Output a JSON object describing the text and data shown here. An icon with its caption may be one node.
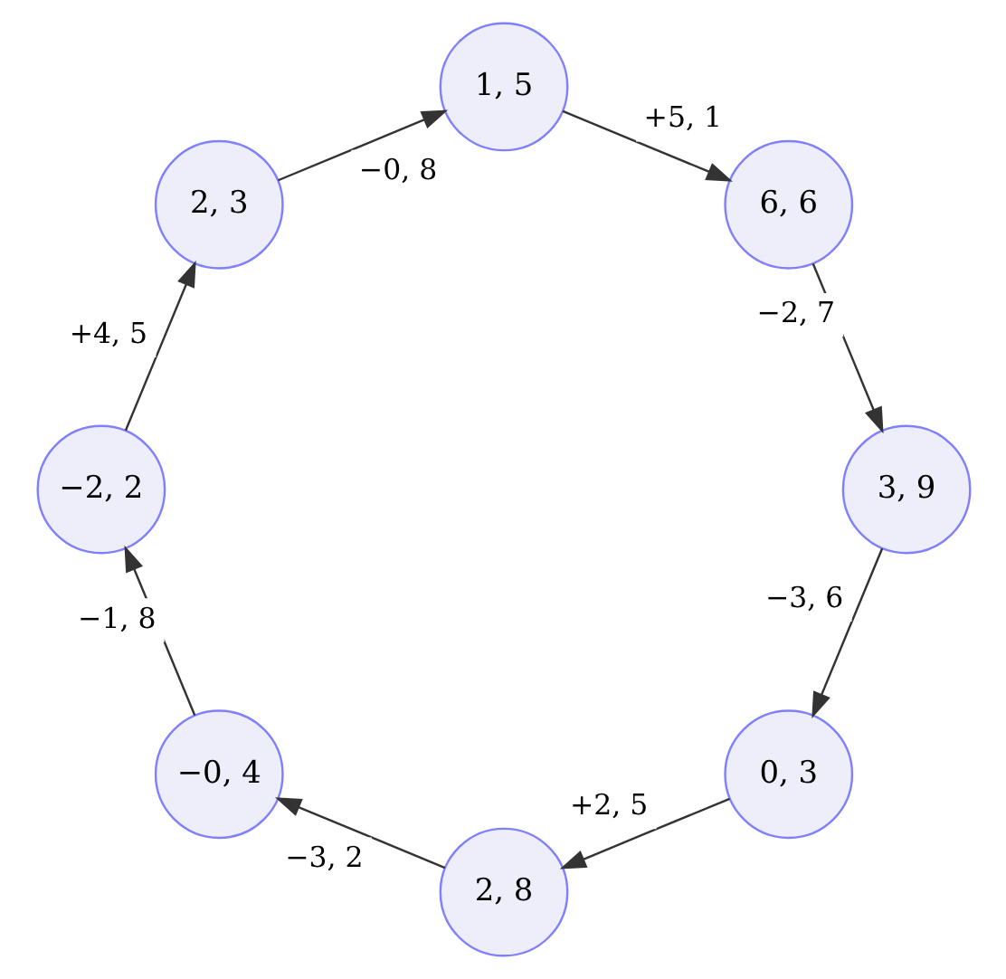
{
  "diagram": {
    "nodes": [
      {
        "text": [
          "0, 3"
        ]
      },
      {
        "text": [
          "3, 9"
        ]
      },
      {
        "text": [
          "2, 8"
        ]
      },
      {
        "text": [
          "6, 6"
        ]
      },
      {
        "text": [
          "−0, 4"
        ]
      },
      {
        "text": [
          "1, 5"
        ]
      },
      {
        "text": [
          "−2, 2"
        ]
      },
      {
        "text": [
          "2, 3"
        ]
      }
    ],
    "edges": [
      {
        "from": 0,
        "to": 2,
        "arrow": "to",
        "label": "+2, 5"
      },
      {
        "from": 2,
        "to": 4,
        "arrow": "to",
        "label": "−3, 2"
      },
      {
        "from": 4,
        "to": 6,
        "arrow": "to",
        "label": "−1, 8"
      },
      {
        "from": 6,
        "to": 7,
        "arrow": "to",
        "label": "+4, 5"
      },
      {
        "from": 7,
        "to": 5,
        "arrow": "to",
        "label": "−0, 8"
      },
      {
        "from": 5,
        "to": 3,
        "arrow": "to",
        "label": "+5, 1"
      },
      {
        "from": 3,
        "to": 1,
        "arrow": "to",
        "label": "−2, 7"
      },
      {
        "from": 1,
        "to": 0,
        "arrow": "to",
        "label": "−3, 6"
      }
    ]
  }
}
